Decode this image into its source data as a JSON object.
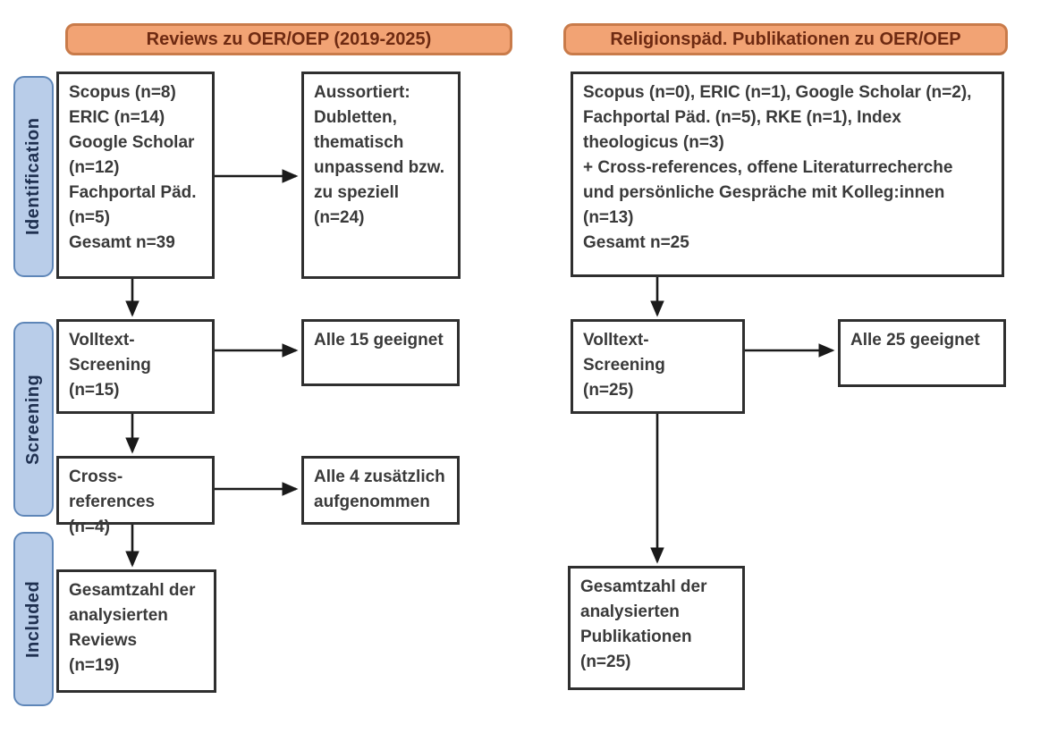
{
  "colors": {
    "header_fill": "#F2A374",
    "header_border": "#C97B4A",
    "header_text": "#6E2A12",
    "stage_fill": "#B9CDE9",
    "stage_border": "#5E86B8",
    "stage_text": "#1F3050",
    "box_border": "#2F2F2F",
    "box_text": "#3A3A3A",
    "arrow": "#1A1A1A"
  },
  "headers": {
    "left": "Reviews zu OER/OEP (2019-2025)",
    "right": "Religionspäd. Publikationen zu OER/OEP"
  },
  "stages": {
    "identification": "Identification",
    "screening": "Screening",
    "included": "Included"
  },
  "boxes": {
    "left_sources": {
      "lines": [
        "Scopus (n=8)",
        "ERIC (n=14)",
        "Google Scholar",
        "(n=12)",
        "Fachportal Päd.",
        "(n=5)",
        "Gesamt n=39"
      ]
    },
    "left_excluded": {
      "lines": [
        "Aussortiert:",
        "Dubletten,",
        "thematisch",
        "unpassend bzw.",
        "zu speziell",
        "(n=24)"
      ]
    },
    "left_fulltext": {
      "lines": [
        "Volltext-",
        "Screening",
        "(n=15)"
      ]
    },
    "left_fulltext_result": {
      "lines": [
        "Alle 15 geeignet"
      ]
    },
    "left_crossref": {
      "lines": [
        "Cross-references",
        "(n=4)"
      ]
    },
    "left_crossref_result": {
      "lines": [
        "Alle 4 zusätzlich",
        "aufgenommen"
      ]
    },
    "left_included": {
      "lines": [
        "Gesamtzahl der",
        "analysierten",
        "Reviews",
        "(n=19)"
      ]
    },
    "right_sources": {
      "lines": [
        "Scopus (n=0), ERIC (n=1), Google Scholar (n=2),",
        "Fachportal Päd. (n=5), RKE (n=1), Index",
        "theologicus (n=3)",
        "+ Cross-references, offene Literaturrecherche",
        "und persönliche Gespräche mit Kolleg:innen",
        "(n=13)",
        "Gesamt n=25"
      ]
    },
    "right_fulltext": {
      "lines": [
        "Volltext-",
        "Screening",
        "(n=25)"
      ]
    },
    "right_fulltext_result": {
      "lines": [
        "Alle 25 geeignet"
      ]
    },
    "right_included": {
      "lines": [
        "Gesamtzahl der",
        "analysierten",
        "Publikationen",
        "(n=25)"
      ]
    }
  }
}
